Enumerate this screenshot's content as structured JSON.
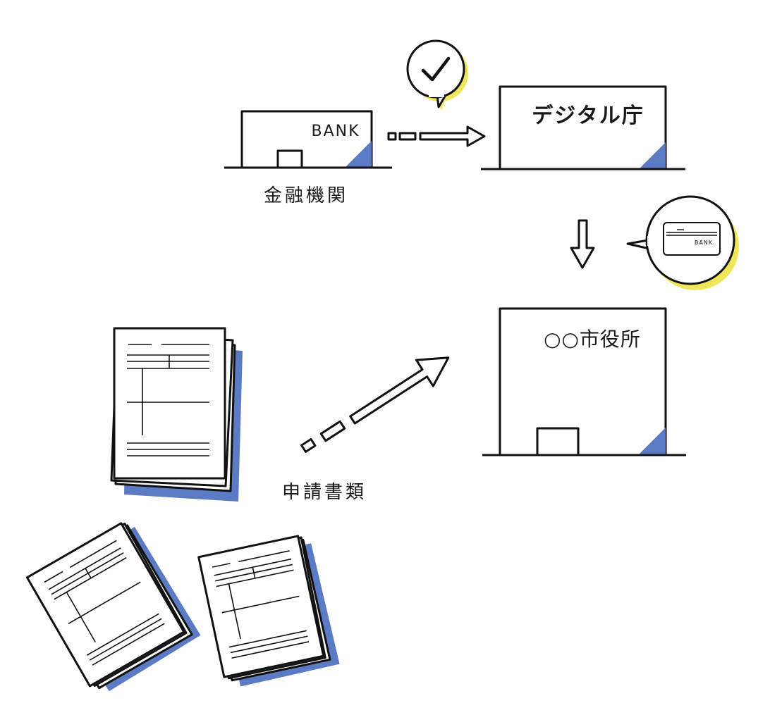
{
  "bank": {
    "sign": "BANK",
    "label": "金融機関"
  },
  "digital_agency": {
    "name": "デジタル庁"
  },
  "city_hall": {
    "name": "○○市役所"
  },
  "documents": {
    "label": "申請書類"
  },
  "card_bubble": {
    "card_text": "BANK"
  },
  "colors": {
    "accent_blue": "#5b7cc4",
    "accent_yellow": "#f0e65a",
    "ink": "#111111"
  },
  "icons": [
    "checkmark-icon",
    "bank-card-icon",
    "document-stack-icon",
    "arrow-icon"
  ]
}
